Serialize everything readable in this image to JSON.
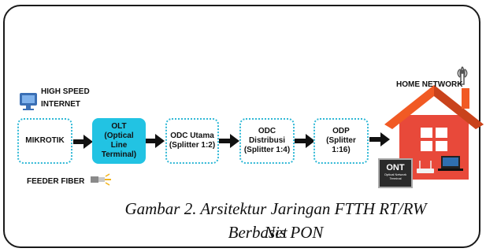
{
  "top_left": {
    "line1": "HIGH SPEED",
    "line2": "INTERNET"
  },
  "boxes": [
    {
      "text": "MIKROTIK"
    },
    {
      "text": "OLT\n(Optical Line\nTerminal)"
    },
    {
      "text": "ODC Utama\n(Splitter 1:2)"
    },
    {
      "text": "ODC\nDistribusi\n(Splitter 1:4)"
    },
    {
      "text": "ODP\n(Splitter\n1:16)"
    }
  ],
  "home_network": "HOME NETWORK",
  "ont": {
    "label": "ONT",
    "sub": "Optical Network\nTerminal"
  },
  "feeder_fiber": "FEEDER FIBER",
  "caption": {
    "line1": "Gambar 2. Arsitektur Jaringan FTTH RT/RW Net",
    "line2": "Berbasis PON"
  },
  "colors": {
    "accent": "#22c3e3",
    "roof": "#f15a24",
    "house": "#e8493a"
  }
}
